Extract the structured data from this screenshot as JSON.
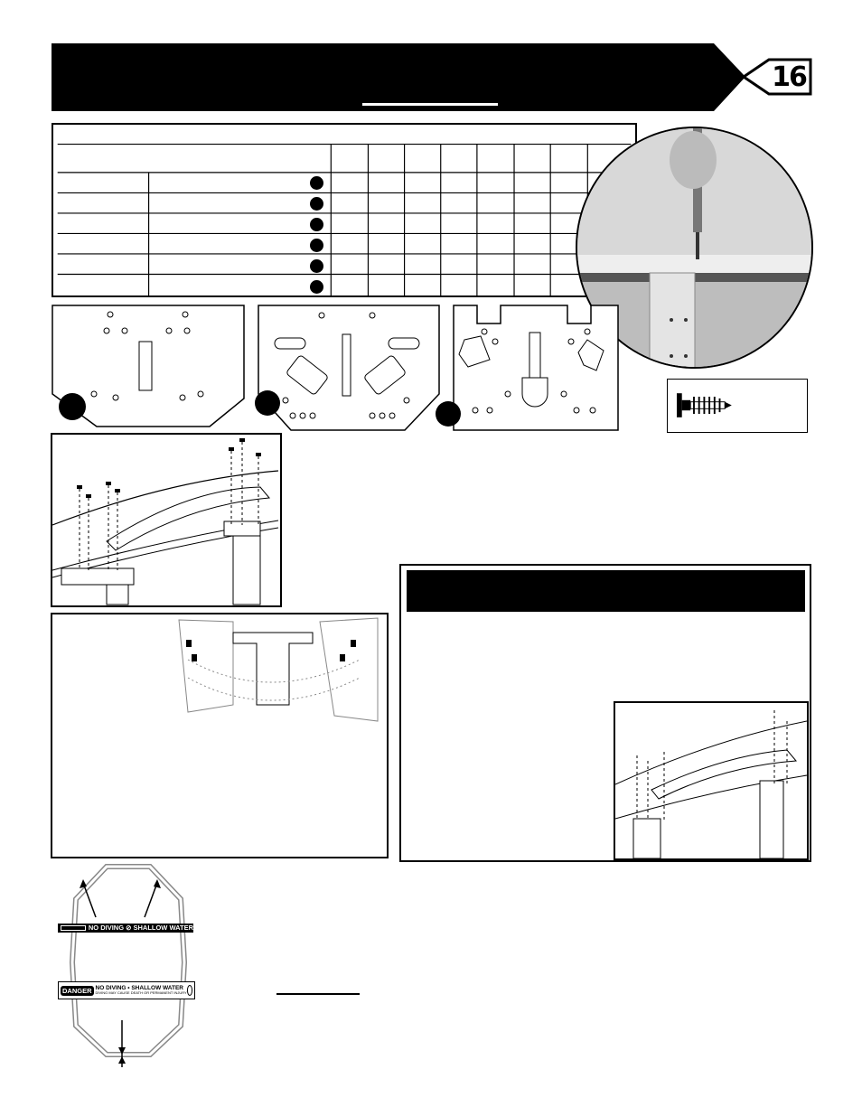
{
  "page": {
    "number": "16"
  },
  "pool_diagram": {
    "sign_small": "NO DIVING ⊘ SHALLOW WATER",
    "sign_large_badge": "DANGER",
    "sign_large_text": "NO DIVING • SHALLOW WATER",
    "sign_large_subtext": "DIVING MAY CAUSE DEATH OR PERMANENT INJURY"
  },
  "colors": {
    "ink": "#000000",
    "paper": "#ffffff",
    "photo_gray": "#cfcfcf"
  },
  "icons": [
    "screw-icon",
    "no-diving-icon",
    "arrow-icon"
  ]
}
